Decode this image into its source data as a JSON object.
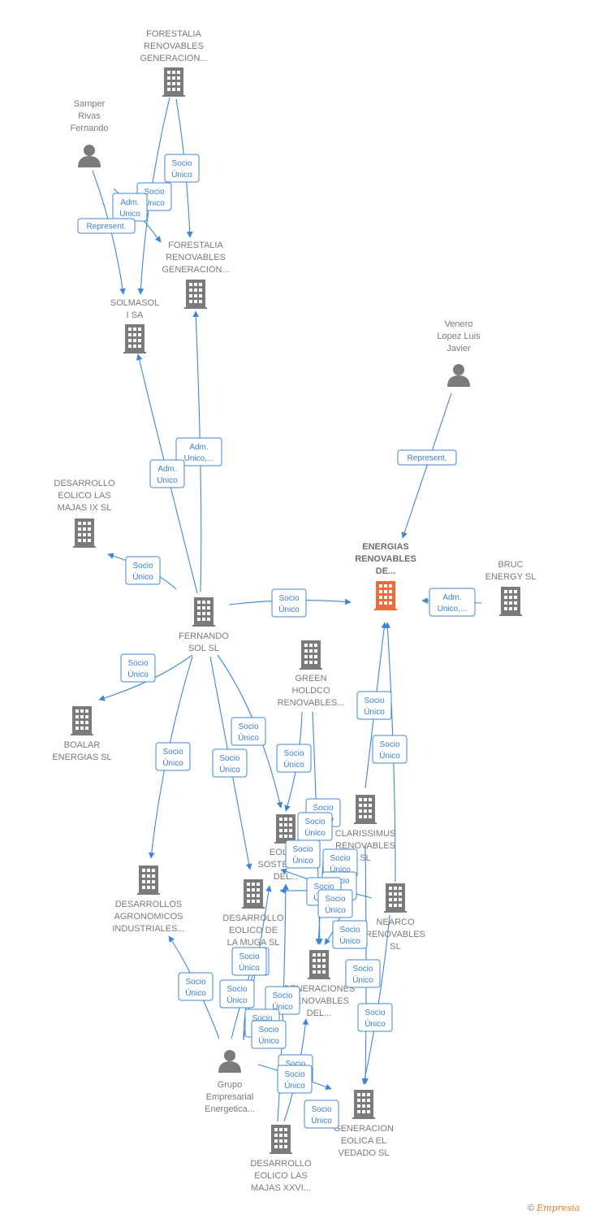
{
  "colors": {
    "edge": "#3f87d6",
    "node": "#7b7b7b",
    "focus": "#f26a35"
  },
  "nodes": [
    {
      "id": "forestalia1",
      "type": "company",
      "label": [
        "FORESTALIA",
        "RENOVABLES",
        "GENERACION..."
      ]
    },
    {
      "id": "samper",
      "type": "person",
      "label": [
        "Samper",
        "Rivas",
        "Fernando"
      ]
    },
    {
      "id": "forestalia2",
      "type": "company",
      "label": [
        "FORESTALIA",
        "RENOVABLES",
        "GENERACION..."
      ]
    },
    {
      "id": "solmasol",
      "type": "company",
      "label": [
        "SOLMASOL",
        "I SA"
      ]
    },
    {
      "id": "venero",
      "type": "person",
      "label": [
        "Venero",
        "Lopez Luis",
        "Javier"
      ]
    },
    {
      "id": "majas_ix",
      "type": "company",
      "label": [
        "DESARROLLO",
        "EOLICO LAS",
        "MAJAS IX  SL"
      ]
    },
    {
      "id": "energias",
      "type": "focus",
      "label": [
        "ENERGIAS",
        "RENOVABLES",
        "DE..."
      ]
    },
    {
      "id": "bruc",
      "type": "company",
      "label": [
        "BRUC",
        "ENERGY  SL"
      ]
    },
    {
      "id": "fernando",
      "type": "company",
      "label": [
        "FERNANDO",
        "SOL SL"
      ]
    },
    {
      "id": "green",
      "type": "company",
      "label": [
        "GREEN",
        "HOLDCO",
        "RENOVABLES..."
      ]
    },
    {
      "id": "boalar",
      "type": "company",
      "label": [
        "BOALAR",
        "ENERGIAS  SL"
      ]
    },
    {
      "id": "clarissimus",
      "type": "company",
      "label": [
        "CLARISSIMUS",
        "RENOVABLES",
        "SL"
      ]
    },
    {
      "id": "eolica_sost",
      "type": "company",
      "label": [
        "EOLICA",
        "SOSTENIBLE",
        "DEL..."
      ]
    },
    {
      "id": "agronomicos",
      "type": "company",
      "label": [
        "DESARROLLOS",
        "AGRONOMICOS",
        "INDUSTRIALES..."
      ]
    },
    {
      "id": "muga",
      "type": "company",
      "label": [
        "DESARROLLO",
        "EOLICO DE",
        "LA MUGA SL"
      ]
    },
    {
      "id": "nearco",
      "type": "company",
      "label": [
        "NEARCO",
        "RENOVABLES",
        "SL"
      ]
    },
    {
      "id": "generaciones",
      "type": "company",
      "label": [
        "GENERACIONES",
        "RENOVABLES",
        "DEL..."
      ]
    },
    {
      "id": "grupo",
      "type": "person",
      "label": [
        "Grupo",
        "Empresarial",
        "Energetica..."
      ]
    },
    {
      "id": "vedado",
      "type": "company",
      "label": [
        "GENERACION",
        "EOLICA EL",
        "VEDADO SL"
      ]
    },
    {
      "id": "majas_xxvi",
      "type": "company",
      "label": [
        "DESARROLLO",
        "EOLICO LAS",
        "MAJAS XXVI..."
      ]
    }
  ],
  "relations": [
    [
      "Socio",
      "Único"
    ],
    [
      "Socio",
      "Único"
    ],
    [
      "Adm.",
      "Unico"
    ],
    [
      "Represent."
    ],
    [
      "Represent."
    ],
    [
      "Adm.",
      "Unico,..."
    ],
    [
      "Adm.",
      "Unico"
    ],
    [
      "Socio",
      "Único"
    ],
    [
      "Socio",
      "Único"
    ],
    [
      "Adm.",
      "Unico,..."
    ],
    [
      "Socio",
      "Único"
    ],
    [
      "Socio",
      "Único"
    ],
    [
      "Socio",
      "Único"
    ],
    [
      "Socio",
      "Único"
    ],
    [
      "Socio",
      "Único"
    ],
    [
      "Socio",
      "Único"
    ],
    [
      "Socio",
      "Único"
    ],
    [
      "Socio",
      "Único"
    ],
    [
      "Socio",
      "Único"
    ],
    [
      "Socio",
      "Único"
    ],
    [
      "Socio",
      "Único"
    ],
    [
      "Socio",
      "Único"
    ],
    [
      "Socio",
      "Único"
    ],
    [
      "Socio",
      "Único"
    ],
    [
      "Socio",
      "Único"
    ],
    [
      "Socio",
      "Único"
    ],
    [
      "Socio",
      "Único"
    ],
    [
      "Socio",
      "Único"
    ],
    [
      "Socio",
      "Único"
    ],
    [
      "Socio",
      "Único"
    ],
    [
      "Socio",
      "Único"
    ],
    [
      "Socio",
      "Único"
    ],
    [
      "Socio",
      "Único"
    ],
    [
      "Socio",
      "Único"
    ],
    [
      "Socio",
      "Único"
    ],
    [
      "Socio",
      "Único"
    ],
    [
      "Socio",
      "Único"
    ]
  ],
  "footer": {
    "copyright": "©",
    "brand": "Empresia"
  }
}
